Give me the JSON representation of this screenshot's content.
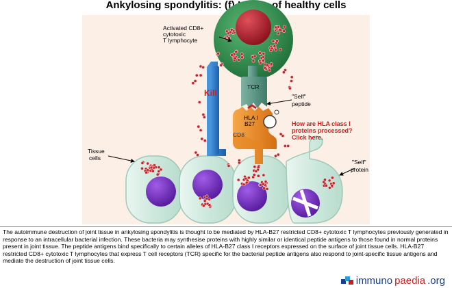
{
  "title": "Ankylosing spondylitis: (f) Killing of healthy cells",
  "labels": {
    "activated_line1": "Activated CD8+",
    "activated_line2": "cytotoxic",
    "activated_line3": "T lymphocyte",
    "tcr": "TCR",
    "self_peptide_line1": "\"Self\"",
    "self_peptide_line2": "peptide",
    "hla_line1": "HLA I",
    "hla_line2": "B27",
    "cd8": "CD8",
    "kill": "Kill",
    "question_line1": "How are HLA class I",
    "question_line2": "proteins processed?",
    "question_line3": "Click here.",
    "tissue_line1": "Tissue",
    "tissue_line2": "cells",
    "self_protein_line1": "\"Self\"",
    "self_protein_line2": "protein"
  },
  "caption": "The autoimmune destruction of joint tissue in ankylosing spondylitis is thought to be mediated by HLA-B27 restricted CD8+ cytotoxic T lymphocytes previously generated in response to an intracellular bacterial infection. These bacteria may synthesise proteins with highly similar or identical peptide antigens to those found in normal proteins present in joint tissue. The peptide antigens bind specifically to certain alleles of HLA-B27 class I receptors expressed on the surface of joint tissue cells. HLA-B27 restricted CD8+ cytotoxic T lymphocytes that express T cell receptors (TCR) specific for the bacterial peptide antigens also respond to joint-specific tissue antigens and mediate the destruction of joint tissue cells.",
  "logo": {
    "part1": "immuno",
    "part2": "paedia",
    "part3": ".org"
  },
  "colors": {
    "lymphocyte": "#2e8b4a",
    "nucleus": "#b0202c",
    "tcr": "#5f9c8a",
    "hla": "#ee8a1f",
    "cd8": "#2f7fd0",
    "tissue": "#d3ebe2",
    "tissue_nucleus": "#7b2fc0",
    "granule": "#c0262e",
    "kill_text": "#d01e1e"
  }
}
